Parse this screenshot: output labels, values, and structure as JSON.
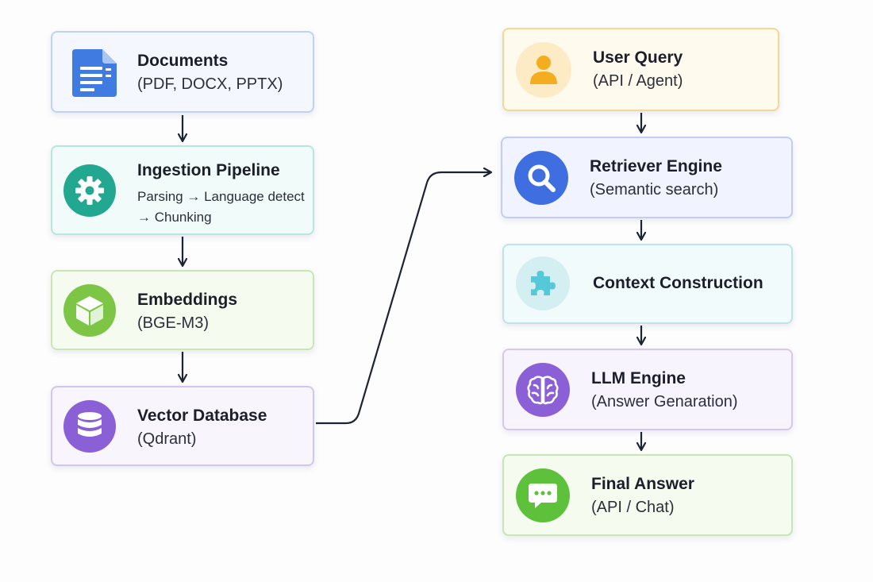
{
  "pipeline_left": {
    "documents": {
      "title": "Documents",
      "subtitle": "(PDF, DOCX, PPTX)",
      "icon": "document-icon"
    },
    "ingestion": {
      "title": "Ingestion Pipeline",
      "line1": "Parsing → Language detect",
      "line2": "→ Chunking",
      "icon": "gear-icon"
    },
    "embeddings": {
      "title": "Embeddings",
      "subtitle": "(BGE-M3)",
      "icon": "cube-icon"
    },
    "vector_db": {
      "title": "Vector Database",
      "subtitle": "(Qdrant)",
      "icon": "database-icon"
    }
  },
  "pipeline_right": {
    "user_query": {
      "title": "User Query",
      "subtitle": "(API / Agent)",
      "icon": "user-icon"
    },
    "retriever": {
      "title": "Retriever Engine",
      "subtitle": "(Semantic search)",
      "icon": "search-icon"
    },
    "context": {
      "title": "Context Construction",
      "icon": "puzzle-icon"
    },
    "llm": {
      "title": "LLM Engine",
      "subtitle": "(Answer Genaration)",
      "icon": "brain-icon"
    },
    "final_answer": {
      "title": "Final Answer",
      "subtitle": "(API / Chat)",
      "icon": "chat-icon"
    }
  },
  "colors": {
    "blue": "#3f7be0",
    "teal": "#22a890",
    "green": "#7cc545",
    "purple": "#8b5fd6",
    "amber": "#f3ad1f",
    "royal": "#3f6ee0",
    "cyan": "#57c8d8",
    "chat_green": "#5dc13c",
    "arrow": "#1e2333"
  }
}
